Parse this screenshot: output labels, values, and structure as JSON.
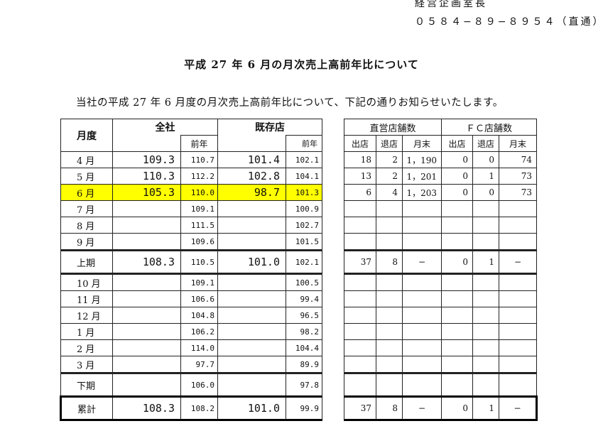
{
  "header": {
    "department": "経営企画室長",
    "phone": "０５８４−８９−８９５４（直通）"
  },
  "title": "平成 27 年 6 月の月次売上高前年比について",
  "intro": "当社の平成 27 年 6 月度の月次売上高前年比について、下記の通りお知らせいたします。",
  "table": {
    "headers": {
      "month": "月度",
      "all_company": "全社",
      "existing_stores": "既存店",
      "prev_year": "前年",
      "direct_stores": "直営店舗数",
      "fc_stores": "ＦＣ店舗数",
      "opened": "出店",
      "closed": "退店",
      "month_end": "月末"
    },
    "rows": [
      {
        "label": "4 月",
        "all": "109.3",
        "all_prev": "110.7",
        "ex": "101.4",
        "ex_prev": "102.1",
        "d_open": "18",
        "d_close": "2",
        "d_end": "1，190",
        "f_open": "0",
        "f_close": "0",
        "f_end": "74"
      },
      {
        "label": "5 月",
        "all": "110.3",
        "all_prev": "112.2",
        "ex": "102.8",
        "ex_prev": "104.1",
        "d_open": "13",
        "d_close": "2",
        "d_end": "1，201",
        "f_open": "0",
        "f_close": "1",
        "f_end": "73"
      },
      {
        "label": "6 月",
        "all": "105.3",
        "all_prev": "110.0",
        "ex": "98.7",
        "ex_prev": "101.3",
        "d_open": "6",
        "d_close": "4",
        "d_end": "1，203",
        "f_open": "0",
        "f_close": "0",
        "f_end": "73"
      },
      {
        "label": "7 月",
        "all": "",
        "all_prev": "109.1",
        "ex": "",
        "ex_prev": "100.9",
        "d_open": "",
        "d_close": "",
        "d_end": "",
        "f_open": "",
        "f_close": "",
        "f_end": ""
      },
      {
        "label": "8 月",
        "all": "",
        "all_prev": "111.5",
        "ex": "",
        "ex_prev": "102.7",
        "d_open": "",
        "d_close": "",
        "d_end": "",
        "f_open": "",
        "f_close": "",
        "f_end": ""
      },
      {
        "label": "9 月",
        "all": "",
        "all_prev": "109.6",
        "ex": "",
        "ex_prev": "101.5",
        "d_open": "",
        "d_close": "",
        "d_end": "",
        "f_open": "",
        "f_close": "",
        "f_end": ""
      },
      {
        "label": "上期",
        "all": "108.3",
        "all_prev": "110.5",
        "ex": "101.0",
        "ex_prev": "102.1",
        "d_open": "37",
        "d_close": "8",
        "d_end": "−",
        "f_open": "0",
        "f_close": "1",
        "f_end": "−"
      },
      {
        "label": "10 月",
        "all": "",
        "all_prev": "109.1",
        "ex": "",
        "ex_prev": "100.5",
        "d_open": "",
        "d_close": "",
        "d_end": "",
        "f_open": "",
        "f_close": "",
        "f_end": ""
      },
      {
        "label": "11 月",
        "all": "",
        "all_prev": "106.6",
        "ex": "",
        "ex_prev": "99.4",
        "d_open": "",
        "d_close": "",
        "d_end": "",
        "f_open": "",
        "f_close": "",
        "f_end": ""
      },
      {
        "label": "12 月",
        "all": "",
        "all_prev": "104.8",
        "ex": "",
        "ex_prev": "96.5",
        "d_open": "",
        "d_close": "",
        "d_end": "",
        "f_open": "",
        "f_close": "",
        "f_end": ""
      },
      {
        "label": "1 月",
        "all": "",
        "all_prev": "106.2",
        "ex": "",
        "ex_prev": "98.2",
        "d_open": "",
        "d_close": "",
        "d_end": "",
        "f_open": "",
        "f_close": "",
        "f_end": ""
      },
      {
        "label": "2 月",
        "all": "",
        "all_prev": "114.0",
        "ex": "",
        "ex_prev": "104.4",
        "d_open": "",
        "d_close": "",
        "d_end": "",
        "f_open": "",
        "f_close": "",
        "f_end": ""
      },
      {
        "label": "3 月",
        "all": "",
        "all_prev": "97.7",
        "ex": "",
        "ex_prev": "89.9",
        "d_open": "",
        "d_close": "",
        "d_end": "",
        "f_open": "",
        "f_close": "",
        "f_end": ""
      },
      {
        "label": "下期",
        "all": "",
        "all_prev": "106.0",
        "ex": "",
        "ex_prev": "97.8",
        "d_open": "",
        "d_close": "",
        "d_end": "",
        "f_open": "",
        "f_close": "",
        "f_end": ""
      },
      {
        "label": "累計",
        "all": "108.3",
        "all_prev": "108.2",
        "ex": "101.0",
        "ex_prev": "99.9",
        "d_open": "37",
        "d_close": "8",
        "d_end": "−",
        "f_open": "0",
        "f_close": "1",
        "f_end": "−"
      }
    ],
    "highlight_row": 2,
    "highlight_color": "#ffff00"
  }
}
